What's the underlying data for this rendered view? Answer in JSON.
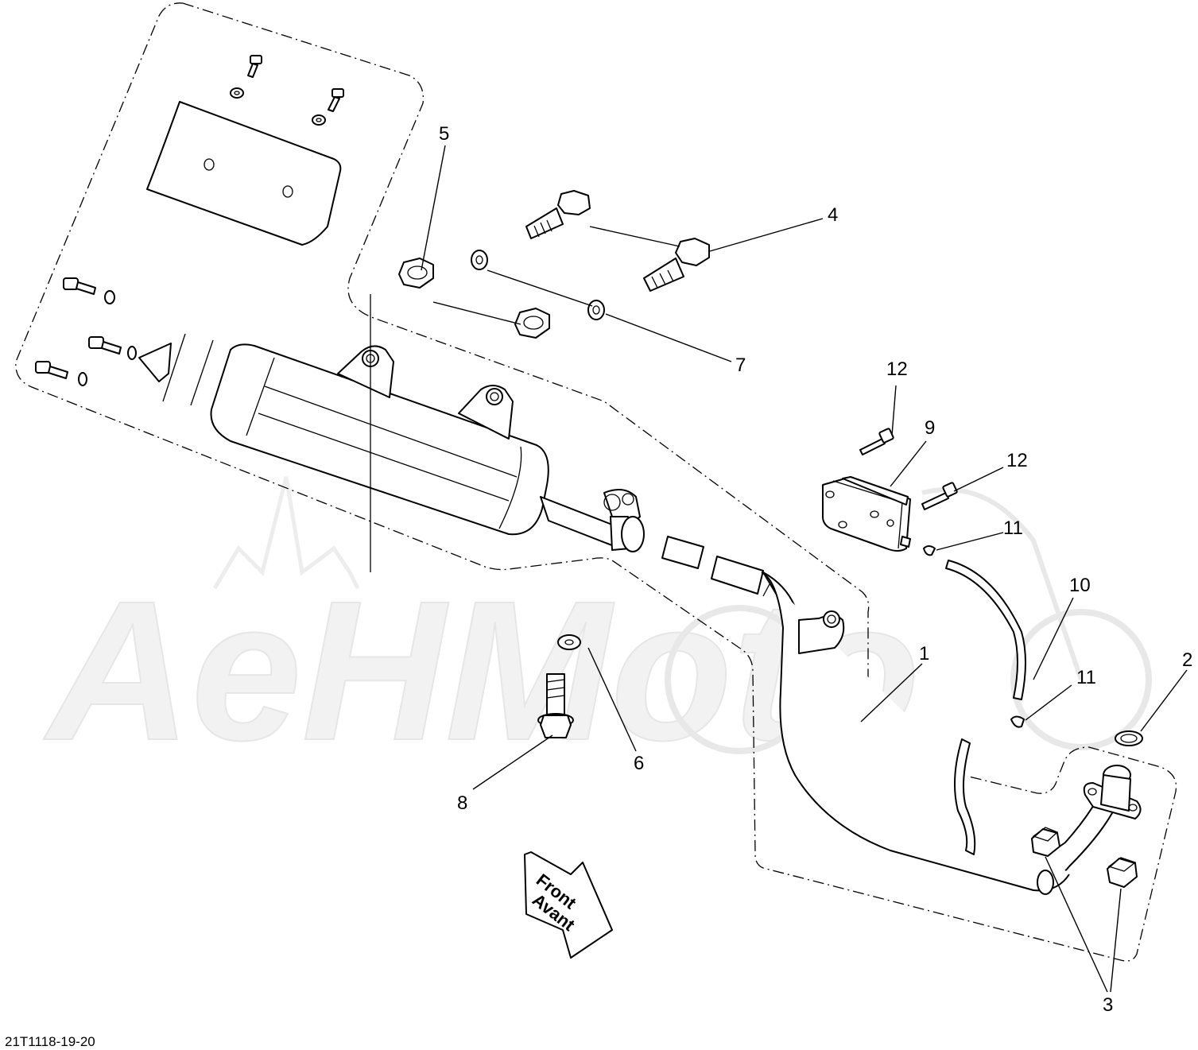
{
  "diagram_code": "21T1118-19-20",
  "watermark": "AeHMoto",
  "direction_arrow": {
    "line1": "Front",
    "line2": "Avant"
  },
  "callouts": [
    {
      "id": "c1",
      "text": "1"
    },
    {
      "id": "c2",
      "text": "2"
    },
    {
      "id": "c3",
      "text": "3"
    },
    {
      "id": "c4",
      "text": "4"
    },
    {
      "id": "c5",
      "text": "5"
    },
    {
      "id": "c6",
      "text": "6"
    },
    {
      "id": "c7",
      "text": "7"
    },
    {
      "id": "c8",
      "text": "8"
    },
    {
      "id": "c9",
      "text": "9"
    },
    {
      "id": "c10",
      "text": "10"
    },
    {
      "id": "c11a",
      "text": "11"
    },
    {
      "id": "c11b",
      "text": "11"
    },
    {
      "id": "c12a",
      "text": "12"
    },
    {
      "id": "c12b",
      "text": "12"
    }
  ]
}
